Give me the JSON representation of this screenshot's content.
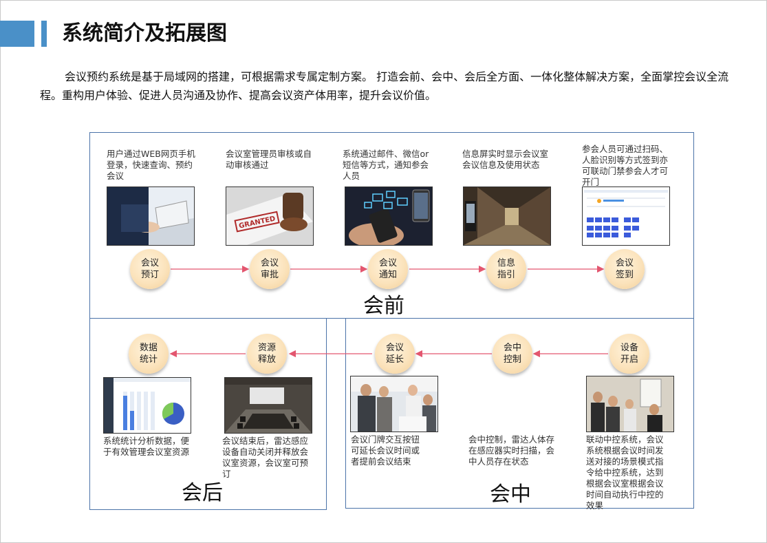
{
  "title": "系统简介及拓展图",
  "intro": "会议预约系统是基于局域网的搭建，可根据需求专属定制方案。 打造会前、会中、会后全方面、一体化整体解决方案，全面掌控会议全流程。重构用户体验、促进人员沟通及协作、提高会议资产体用率，提升会议价值。",
  "stages": {
    "before": "会前",
    "during": "会中",
    "after": "会后"
  },
  "nodes": {
    "booking": "会议\n预订",
    "approval": "会议\n审批",
    "notify": "会议\n通知",
    "guide": "信息\n指引",
    "signin": "会议\n签到",
    "device_on": "设备\n开启",
    "control": "会中\n控制",
    "extend": "会议\n延长",
    "release": "资源\n释放",
    "stats": "数据\n统计"
  },
  "descriptions": {
    "booking": "用户通过WEB网页手机登录，快速查询、预约会议",
    "approval": "会议室管理员审核或自动审核通过",
    "notify": "系统通过邮件、微信or短信等方式，通知参会人员",
    "guide": "信息屏实时显示会议室会议信息及使用状态",
    "signin": "参会人员可通过扫码、人脸识别等方式签到亦可联动门禁参会人才可开门",
    "device_on": "联动中控系统，会议系统根据会议时间发送对接的场景模式指令给中控系统，达到根据会议室根据会议时间自动执行中控的效果",
    "control": "会中控制，雷达人体存在感应器实时扫描，会中人员存在状态",
    "extend": "会议门牌交互按钮可延长会议时间或者提前会议结束",
    "release": "会议结束后，雷达感应设备自动关闭并释放会议室资源，会议室可预订",
    "stats": "系统统计分析数据，便于有效管理会议室资源"
  },
  "photo_text": {
    "stamp": "GRANTED"
  },
  "colors": {
    "accent": "#4a90c8",
    "panel_border": "#4a72a8",
    "arrow": "#e3566f",
    "node_fill": "#fbe3bc"
  }
}
